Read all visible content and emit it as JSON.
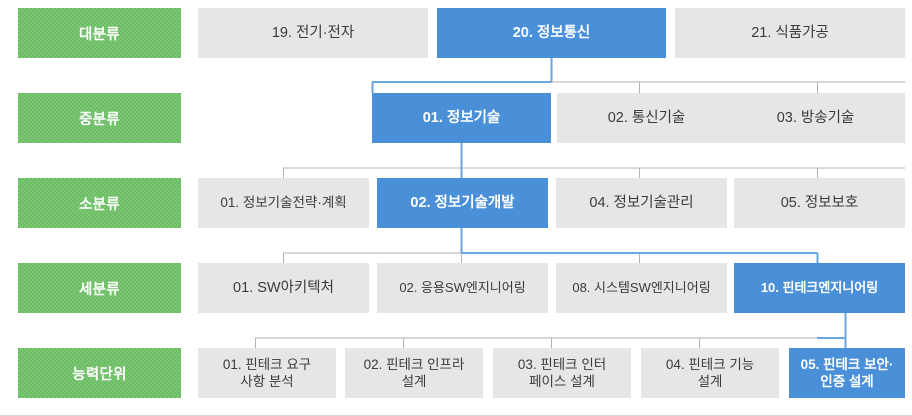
{
  "meta": {
    "title": "NCS 능력단위 분류체계",
    "colors": {
      "selected": "#4a90d9",
      "normal": "#e6e6e6",
      "level_label": "#6cbe65",
      "connector_selected": "#6aa6e0",
      "connector_normal": "#b3b3b3",
      "text_normal": "#3b3b3b",
      "text_selected": "#ffffff"
    }
  },
  "levels": [
    {
      "label": "대분류"
    },
    {
      "label": "중분류"
    },
    {
      "label": "소분류"
    },
    {
      "label": "세분류"
    },
    {
      "label": "능력단위"
    }
  ],
  "rows": [
    {
      "level": "대분류",
      "nodes": [
        {
          "label": "19. 전기·전자",
          "selected": false
        },
        {
          "label": "20. 정보통신",
          "selected": true
        },
        {
          "label": "21. 식품가공",
          "selected": false
        }
      ]
    },
    {
      "level": "중분류",
      "nodes": [
        {
          "label": "01. 정보기술",
          "selected": true
        },
        {
          "label": "02. 통신기술",
          "selected": false
        },
        {
          "label": "03. 방송기술",
          "selected": false
        }
      ]
    },
    {
      "level": "소분류",
      "nodes": [
        {
          "label": "01. 정보기술전략·계획",
          "selected": false
        },
        {
          "label": "02. 정보기술개발",
          "selected": true
        },
        {
          "label": "04. 정보기술관리",
          "selected": false
        },
        {
          "label": "05. 정보보호",
          "selected": false
        }
      ]
    },
    {
      "level": "세분류",
      "nodes": [
        {
          "label": "01. SW아키텍처",
          "selected": false
        },
        {
          "label": "02. 응용SW엔지니어링",
          "selected": false
        },
        {
          "label": "08. 시스템SW엔지니어링",
          "selected": false
        },
        {
          "label": "10. 핀테크엔지니어링",
          "selected": true
        }
      ]
    },
    {
      "level": "능력단위",
      "nodes": [
        {
          "label": "01. 핀테크 요구\n사항 분석",
          "selected": false
        },
        {
          "label": "02. 핀테크 인프라\n설계",
          "selected": false
        },
        {
          "label": "03. 핀테크 인터\n페이스 설계",
          "selected": false
        },
        {
          "label": "04. 핀테크 기능\n설계",
          "selected": false
        },
        {
          "label": "05. 핀테크 보안·\n인증 설계",
          "selected": true
        }
      ]
    }
  ]
}
